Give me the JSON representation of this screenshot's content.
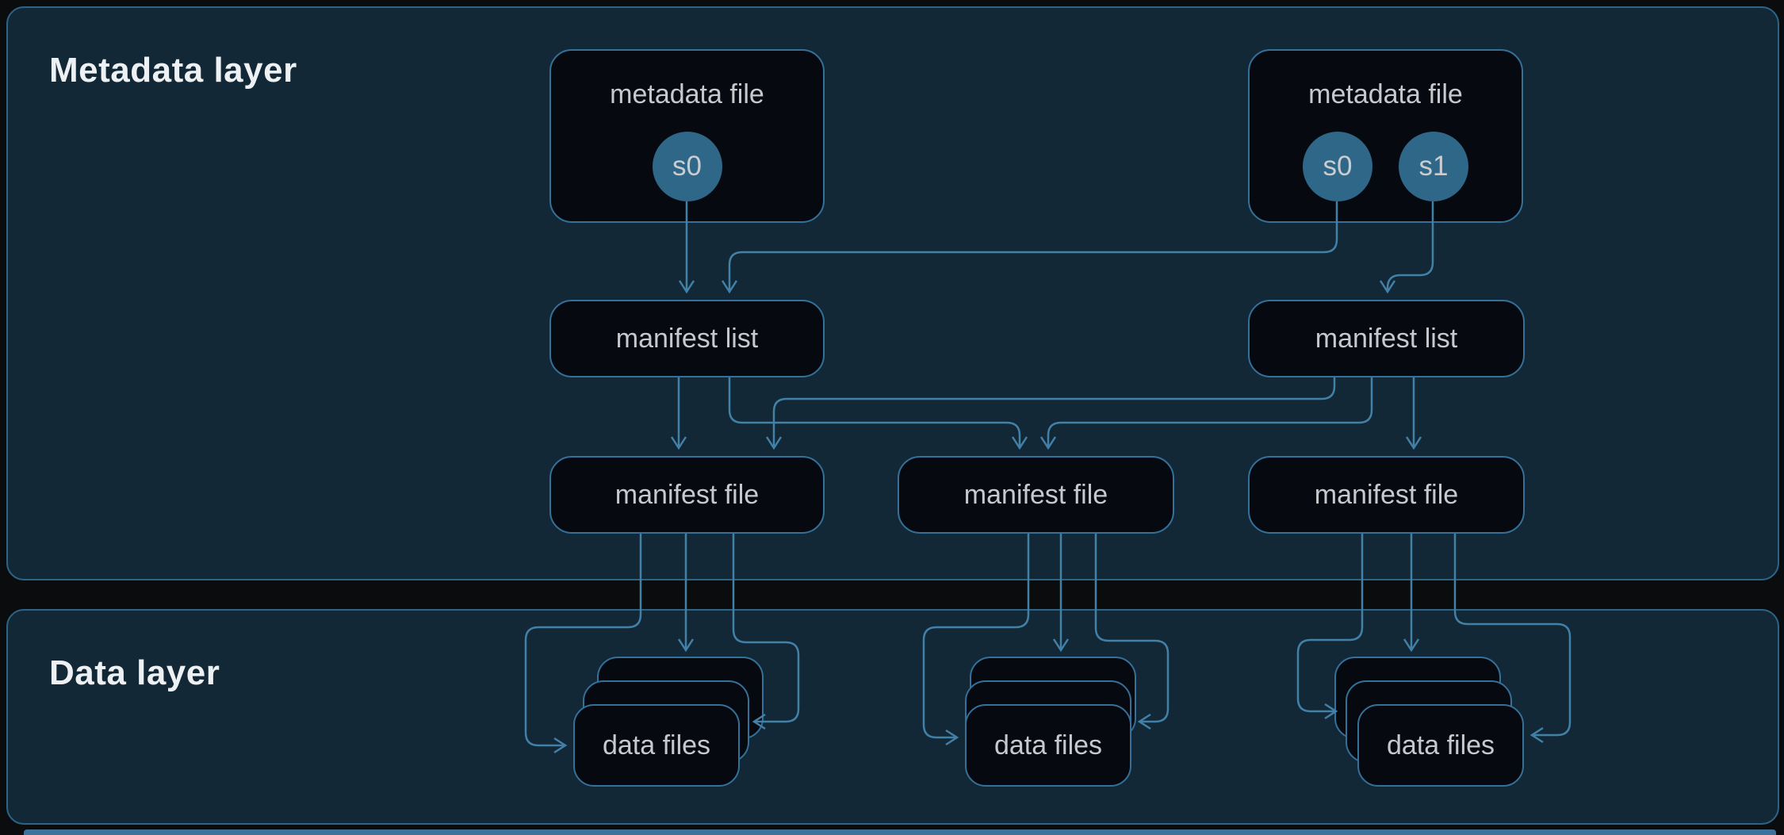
{
  "layers": {
    "metadata": {
      "title": "Metadata layer"
    },
    "data": {
      "title": "Data layer"
    }
  },
  "nodes": {
    "metadata_file_left": {
      "label": "metadata file",
      "snapshots": [
        "s0"
      ]
    },
    "metadata_file_right": {
      "label": "metadata file",
      "snapshots": [
        "s0",
        "s1"
      ]
    },
    "manifest_list_left": {
      "label": "manifest list"
    },
    "manifest_list_right": {
      "label": "manifest list"
    },
    "manifest_file_left": {
      "label": "manifest file"
    },
    "manifest_file_middle": {
      "label": "manifest file"
    },
    "manifest_file_right": {
      "label": "manifest file"
    },
    "data_files_left": {
      "label": "data files"
    },
    "data_files_middle": {
      "label": "data files"
    },
    "data_files_right": {
      "label": "data files"
    }
  },
  "colors": {
    "page_bg": "#0b0c0d",
    "panel_bg": "#132836",
    "panel_border": "#2c6488",
    "node_bg": "#060a10",
    "node_border": "#357099",
    "node_text": "#c6cacd",
    "snapshot_fill": "#2e6788",
    "snapshot_text": "#c9cdd1",
    "edge": "#4280a8",
    "title_text": "#eef1f3",
    "bottom_strip": "#3d739b"
  }
}
